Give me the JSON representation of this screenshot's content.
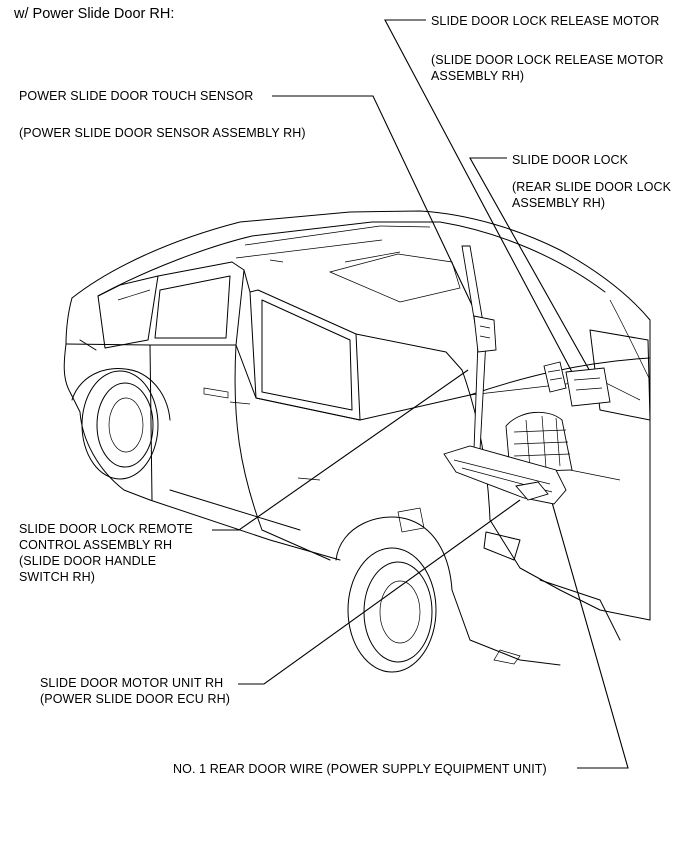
{
  "title": "w/ Power Slide Door RH:",
  "callouts": {
    "release_motor": {
      "name": "SLIDE DOOR LOCK RELEASE MOTOR",
      "sub1": "(SLIDE DOOR LOCK RELEASE MOTOR",
      "sub2": "ASSEMBLY RH)"
    },
    "touch_sensor": {
      "name": "POWER SLIDE DOOR TOUCH SENSOR",
      "sub1": "(POWER SLIDE DOOR SENSOR ASSEMBLY RH)"
    },
    "door_lock": {
      "name": "SLIDE DOOR LOCK",
      "sub1": "(REAR SLIDE DOOR LOCK",
      "sub2": "ASSEMBLY RH)"
    },
    "remote_control": {
      "line1": "SLIDE DOOR LOCK REMOTE",
      "line2": "CONTROL ASSEMBLY RH",
      "line3": "(SLIDE DOOR HANDLE",
      "line4": "SWITCH RH)"
    },
    "motor_unit": {
      "line1": "SLIDE DOOR MOTOR UNIT RH",
      "line2": "(POWER SLIDE DOOR ECU RH)"
    },
    "rear_door_wire": {
      "name": "NO. 1 REAR DOOR WIRE (POWER SUPPLY EQUIPMENT UNIT)"
    }
  }
}
